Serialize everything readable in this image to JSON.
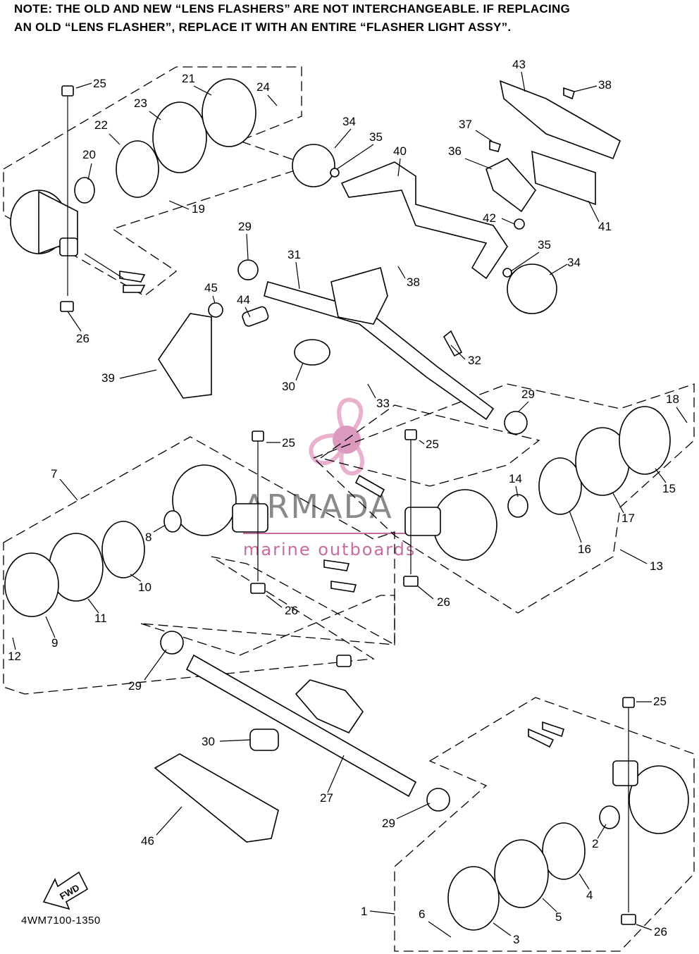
{
  "note": {
    "line1": "NOTE: THE OLD AND NEW “LENS FLASHERS” ARE NOT INTERCHANGEABLE. IF REPLACING",
    "line2": "AN OLD “LENS FLASHER”, REPLACE IT WITH AN ENTIRE “FLASHER LIGHT ASSY”."
  },
  "drawing_code": "4WM7100-1350",
  "fwd_label": "FWD",
  "watermark": {
    "brand": "ARMADA",
    "tagline": "marine outboards",
    "colors": {
      "pink": "#e8a9c9",
      "magenta": "#c25d95",
      "gray": "#7d7d7d"
    }
  },
  "callouts": [
    "1",
    "2",
    "3",
    "4",
    "5",
    "6",
    "7",
    "8",
    "9",
    "10",
    "11",
    "12",
    "13",
    "14",
    "15",
    "16",
    "17",
    "18",
    "19",
    "20",
    "21",
    "22",
    "23",
    "24",
    "25",
    "26",
    "27",
    "29",
    "30",
    "31",
    "32",
    "33",
    "34",
    "35",
    "36",
    "37",
    "38",
    "39",
    "40",
    "41",
    "42",
    "43",
    "44",
    "45",
    "46"
  ]
}
